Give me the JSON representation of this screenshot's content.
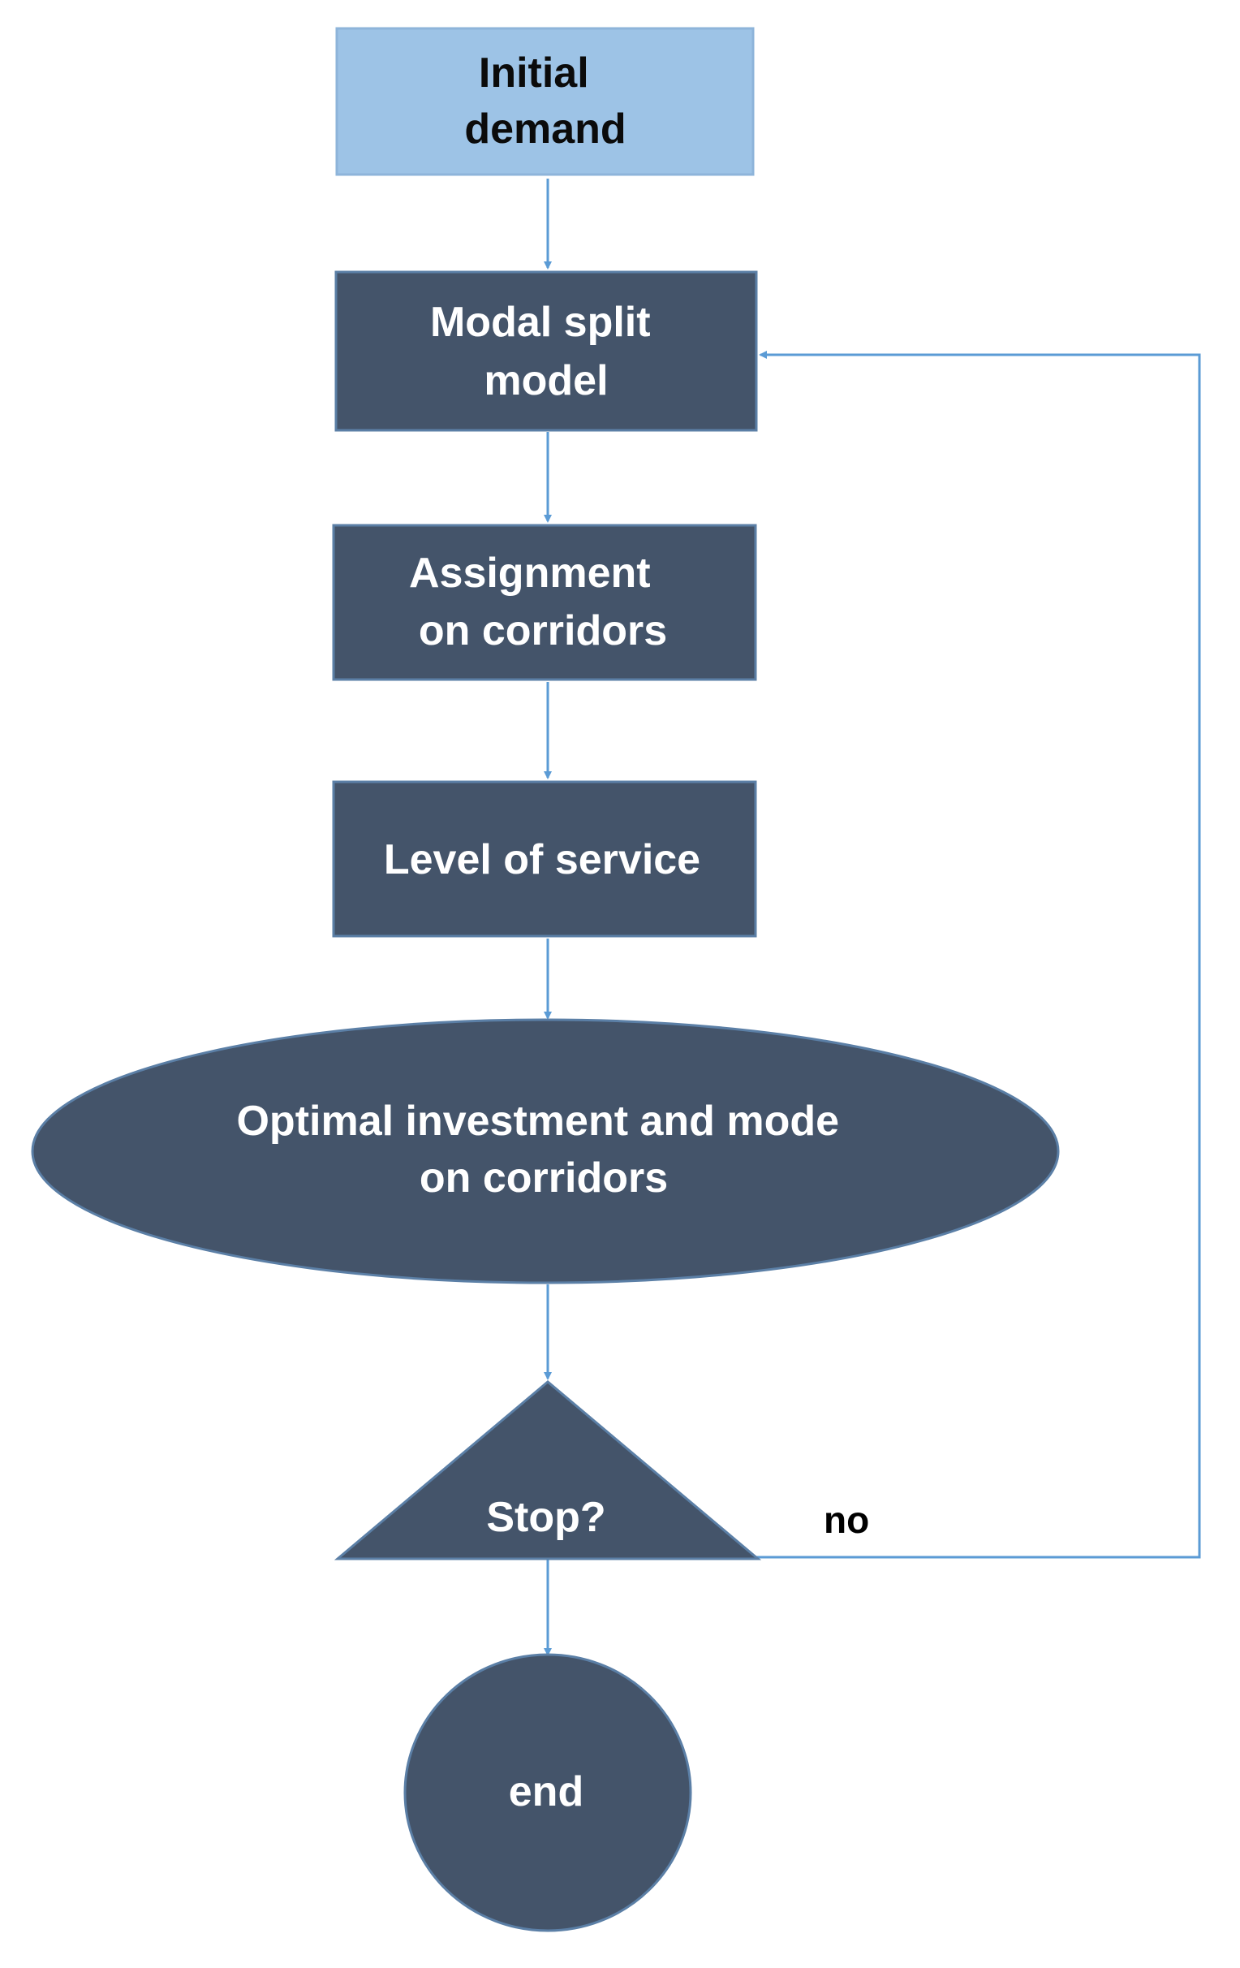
{
  "colors": {
    "initial_fill": "#9dc3e6",
    "initial_stroke": "#8eb4da",
    "process_fill": "#44546a",
    "process_stroke": "#5b7fa6",
    "connector": "#5b9bd5",
    "text_dark": "#0b0b0b",
    "text_light": "#ffffff"
  },
  "nodes": {
    "initial_demand": {
      "shape": "rectangle",
      "lines": [
        "Initial",
        "demand"
      ]
    },
    "modal_split": {
      "shape": "rectangle",
      "lines": [
        "Modal split",
        "model"
      ]
    },
    "assignment": {
      "shape": "rectangle",
      "lines": [
        "Assignment",
        "on corridors"
      ]
    },
    "level_of_service": {
      "shape": "rectangle",
      "lines": [
        "Level of service"
      ]
    },
    "optimal_investment": {
      "shape": "ellipse",
      "lines": [
        "Optimal investment and mode",
        "on corridors"
      ]
    },
    "stop_decision": {
      "shape": "triangle",
      "lines": [
        "Stop?"
      ]
    },
    "end": {
      "shape": "circle",
      "lines": [
        "end"
      ]
    }
  },
  "edges": {
    "no_label": "no"
  }
}
